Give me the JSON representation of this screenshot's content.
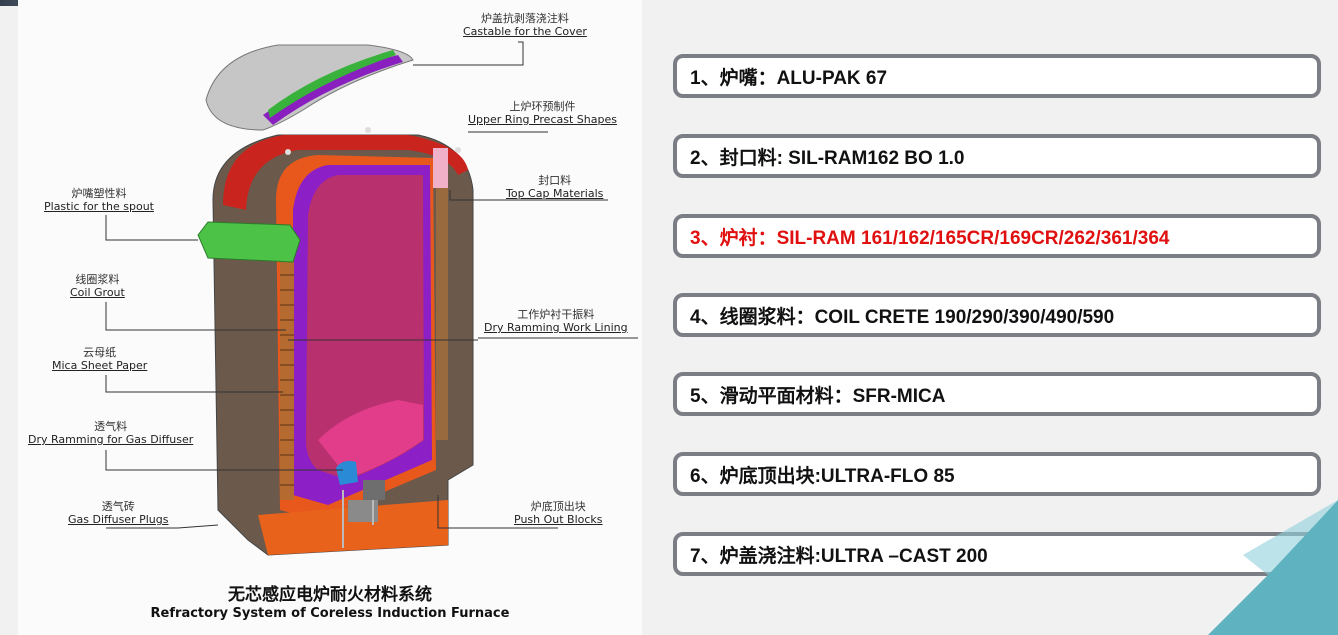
{
  "diagram": {
    "labels": {
      "cover": {
        "cn": "炉盖抗剥落浇注料",
        "en": "Castable for the Cover"
      },
      "upper_ring": {
        "cn": "上炉环预制件",
        "en": "Upper Ring Precast Shapes"
      },
      "top_cap": {
        "cn": "封口料",
        "en": "Top Cap Materials"
      },
      "spout": {
        "cn": "炉嘴塑性料",
        "en": "Plastic for the spout"
      },
      "coil_grout": {
        "cn": "线圈浆料",
        "en": "Coil Grout"
      },
      "work_lining": {
        "cn": "工作炉衬干振料",
        "en": "Dry Ramming Work Lining"
      },
      "mica": {
        "cn": "云母纸",
        "en": "Mica Sheet Paper"
      },
      "gas_diffuser": {
        "cn": "透气料",
        "en": "Dry Ramming for Gas Diffuser"
      },
      "gas_plugs": {
        "cn": "透气砖",
        "en": "Gas Diffuser Plugs"
      },
      "push_out": {
        "cn": "炉底顶出块",
        "en": "Push Out Blocks"
      }
    },
    "title_cn": "无芯感应电炉耐火材料系统",
    "title_en": "Refractory System of Coreless Induction Furnace"
  },
  "items": [
    {
      "text": "1、炉嘴：ALU-PAK 67",
      "color": "#111111"
    },
    {
      "text": "2、封口料: SIL-RAM162 BO 1.0",
      "color": "#111111"
    },
    {
      "text": "3、炉衬：SIL-RAM  161/162/165CR/169CR/262/361/364",
      "color": "#e01010"
    },
    {
      "text": "4、线圈浆料：COIL CRETE 190/290/390/490/590",
      "color": "#111111"
    },
    {
      "text": "5、滑动平面材料：SFR-MICA",
      "color": "#111111"
    },
    {
      "text": "6、炉底顶出块:ULTRA-FLO 85",
      "color": "#111111"
    },
    {
      "text": "7、炉盖浇注料:ULTRA –CAST 200",
      "color": "#111111"
    }
  ],
  "colors": {
    "accent_teal": "#5fb3c0",
    "box_border": "#7b7f85"
  }
}
